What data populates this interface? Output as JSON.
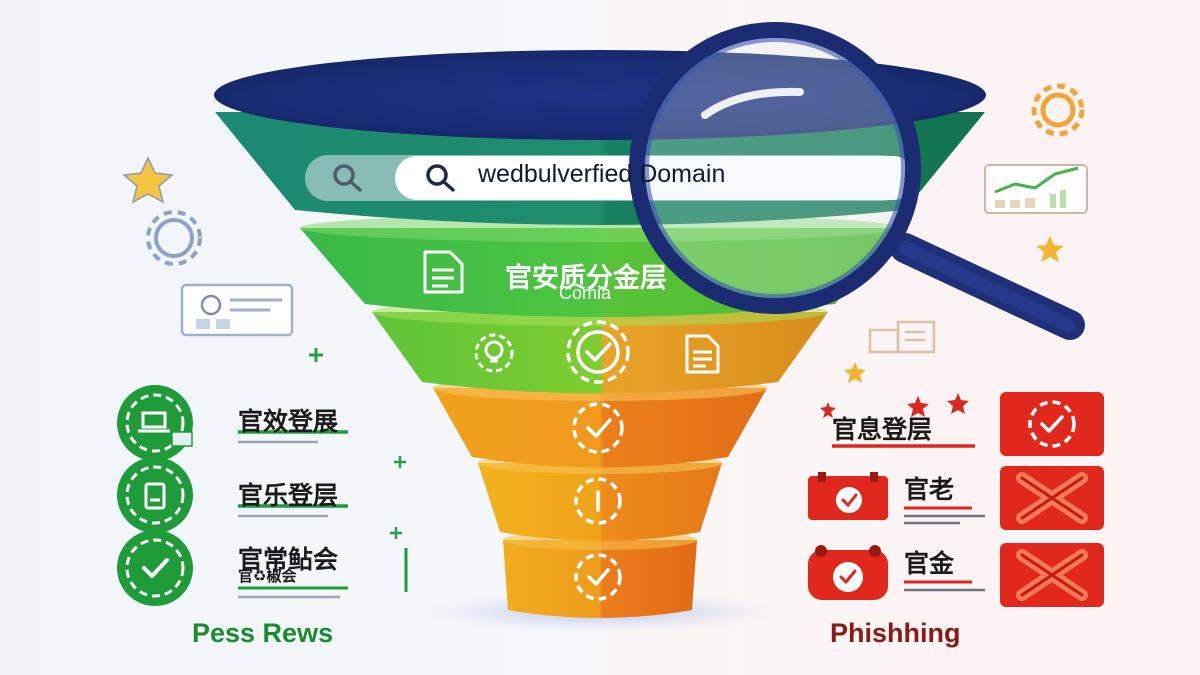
{
  "colors": {
    "funnel_rim": "#1e2f7c",
    "tier_teal": "#1f8a6f",
    "tier_green": "#49c342",
    "tier_lime": "#8fd02f",
    "tier_orange": "#f0951c",
    "tier_amber": "#f3aa1a",
    "legit_green": "#1f9b3a",
    "phish_red": "#e0281d",
    "magnifier": "#1f2f78"
  },
  "search": {
    "text": "wedbulverfied Domain",
    "icon": "search-icon"
  },
  "funnel": {
    "tier1": {
      "title": "官安质分金层",
      "subtitle": "Comia",
      "icon": "document-icon"
    },
    "tier2": {
      "icons": [
        "lightbulb-gear-icon",
        "check-gear-icon",
        "document-icon"
      ]
    },
    "tier3": {
      "icon": "check-gear-icon"
    },
    "tier4": {
      "icon": "gear-icon"
    },
    "tier5": {
      "icon": "check-gear-icon"
    }
  },
  "legit": {
    "caption": "Pess Rews",
    "items": [
      {
        "label": "官效登展",
        "icon": "laptop-gear-icon"
      },
      {
        "label": "官乐登层",
        "icon": "phone-gear-icon"
      },
      {
        "label": "官常鲇会",
        "sublabel": "官♻椒会",
        "icon": "check-gear-icon"
      }
    ]
  },
  "phishing": {
    "caption": "Phishhing",
    "items": [
      {
        "label": "官息登层",
        "icon": "warning-gear-icon"
      },
      {
        "label": "官老",
        "icon": "cross-icon"
      },
      {
        "label": "官金",
        "icon": "cross-icon"
      }
    ]
  }
}
